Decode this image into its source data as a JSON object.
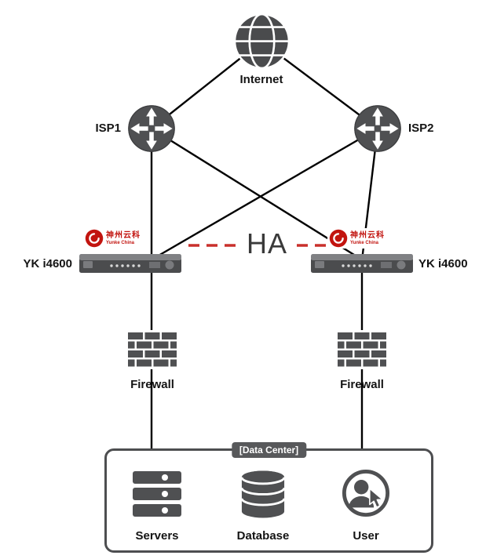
{
  "diagram": {
    "internet": {
      "label": "Internet"
    },
    "isp1": {
      "label": "ISP1"
    },
    "isp2": {
      "label": "ISP2"
    },
    "appliance_left": {
      "label": "YK i4600"
    },
    "appliance_right": {
      "label": "YK i4600"
    },
    "ha": {
      "label": "HA"
    },
    "firewall_left": {
      "label": "Firewall"
    },
    "firewall_right": {
      "label": "Firewall"
    },
    "datacenter": {
      "label": "[Data Center]",
      "servers": {
        "label": "Servers"
      },
      "database": {
        "label": "Database"
      },
      "user": {
        "label": "User"
      }
    }
  },
  "brand": {
    "name_cn": "神州云科",
    "name_en": "Yunke China"
  },
  "icons": {
    "internet": "globe-icon",
    "isp": "router-arrows-icon",
    "appliance": "rack-device-icon",
    "brand": "yunke-swirl-icon",
    "firewall": "brick-wall-icon",
    "servers": "server-stack-icon",
    "database": "database-cylinder-icon",
    "user": "user-cursor-icon"
  },
  "colors": {
    "node_gray": "#4f5052",
    "line_black": "#000000",
    "ha_red": "#c9302c",
    "brand_red": "#c2140f",
    "label_dark": "#141414"
  }
}
